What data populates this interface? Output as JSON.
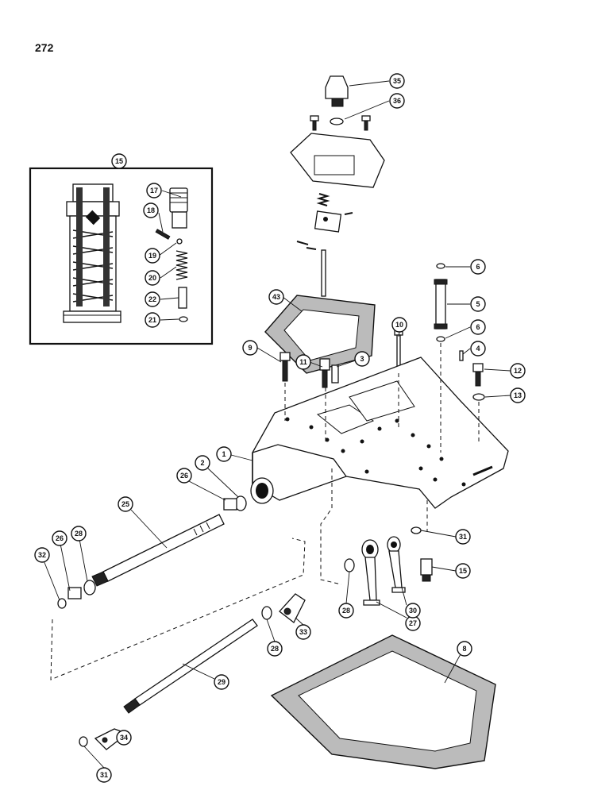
{
  "page_number": "272",
  "callouts": [
    {
      "label": "35"
    },
    {
      "label": "36"
    },
    {
      "label": "15"
    },
    {
      "label": "17"
    },
    {
      "label": "18"
    },
    {
      "label": "19"
    },
    {
      "label": "20"
    },
    {
      "label": "22"
    },
    {
      "label": "21"
    },
    {
      "label": "6"
    },
    {
      "label": "5"
    },
    {
      "label": "43"
    },
    {
      "label": "10"
    },
    {
      "label": "6"
    },
    {
      "label": "4"
    },
    {
      "label": "9"
    },
    {
      "label": "11"
    },
    {
      "label": "3"
    },
    {
      "label": "12"
    },
    {
      "label": "13"
    },
    {
      "label": "1"
    },
    {
      "label": "2"
    },
    {
      "label": "26"
    },
    {
      "label": "25"
    },
    {
      "label": "28"
    },
    {
      "label": "26"
    },
    {
      "label": "32"
    },
    {
      "label": "31"
    },
    {
      "label": "15"
    },
    {
      "label": "28"
    },
    {
      "label": "27"
    },
    {
      "label": "30"
    },
    {
      "label": "33"
    },
    {
      "label": "28"
    },
    {
      "label": "29"
    },
    {
      "label": "8"
    },
    {
      "label": "31"
    },
    {
      "label": "34"
    }
  ]
}
